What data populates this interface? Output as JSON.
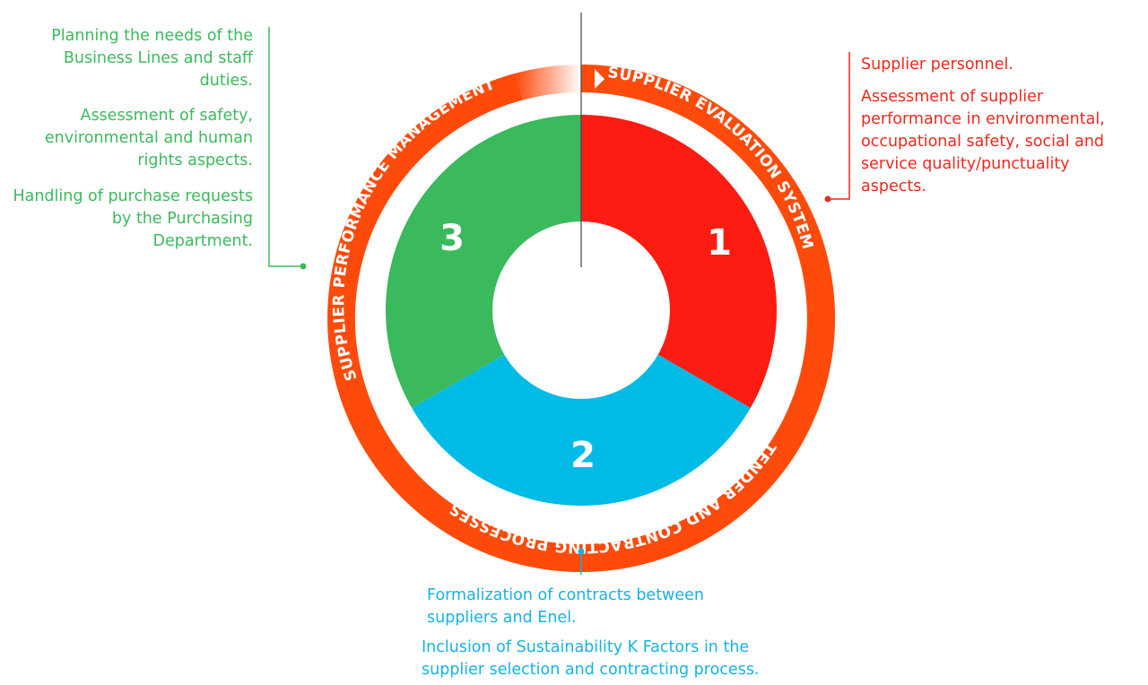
{
  "ring_labels": {
    "evaluation": "SUPPLIER EVALUATION SYSTEM",
    "tender": "TENDER AND CONTRACTING PROCESSES",
    "performance": "SUPPLIER PERFORMANCE MANAGEMENT"
  },
  "segments": [
    {
      "number": "1",
      "color": "#fd1c12"
    },
    {
      "number": "2",
      "color": "#00bbe5"
    },
    {
      "number": "3",
      "color": "#3bb95d"
    }
  ],
  "colors": {
    "ring": "#fe4b0b",
    "green_text": "#3cba5c",
    "red_text": "#f0281e",
    "blue_text": "#15b3e2"
  },
  "notes": {
    "green": [
      "Planning the needs of the Business Lines and staff duties.",
      "Assessment of safety, environmental and human rights aspects.",
      "Handling of purchase requests by the Purchasing Department."
    ],
    "red": [
      "Supplier personnel.",
      "Assessment of supplier performance in environmental, occupational safety, social and service quality/punctuality aspects."
    ],
    "blue": [
      "Formalization of contracts between suppliers and Enel.",
      "Inclusion of Sustainability K Factors in the supplier selection and contracting process."
    ]
  }
}
